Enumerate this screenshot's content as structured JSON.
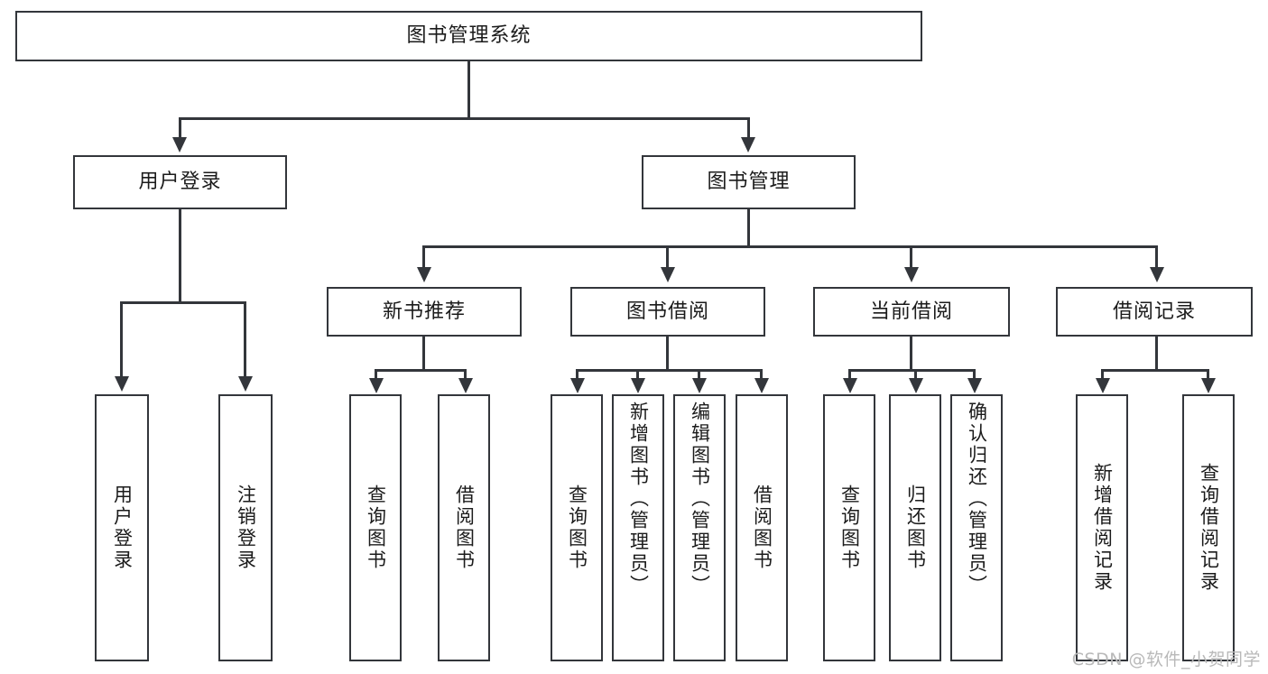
{
  "diagram": {
    "title": "图书管理系统",
    "type": "tree",
    "root": {
      "label": "图书管理系统"
    },
    "level2": [
      {
        "label": "用户登录"
      },
      {
        "label": "图书管理"
      }
    ],
    "level3": [
      {
        "label": "新书推荐"
      },
      {
        "label": "图书借阅"
      },
      {
        "label": "当前借阅"
      },
      {
        "label": "借阅记录"
      }
    ],
    "leaves": [
      {
        "label": "用户登录",
        "parent": "用户登录"
      },
      {
        "label": "注销登录",
        "parent": "用户登录"
      },
      {
        "label": "查询图书",
        "parent": "新书推荐"
      },
      {
        "label": "借阅图书",
        "parent": "新书推荐"
      },
      {
        "label": "查询图书",
        "parent": "图书借阅"
      },
      {
        "label": "新增图书（管理员）",
        "parent": "图书借阅"
      },
      {
        "label": "编辑图书（管理员）",
        "parent": "图书借阅"
      },
      {
        "label": "借阅图书",
        "parent": "图书借阅"
      },
      {
        "label": "查询图书",
        "parent": "当前借阅"
      },
      {
        "label": "归还图书",
        "parent": "当前借阅"
      },
      {
        "label": "确认归还（管理员）",
        "parent": "当前借阅"
      },
      {
        "label": "新增借阅记录",
        "parent": "借阅记录"
      },
      {
        "label": "查询借阅记录",
        "parent": "借阅记录"
      }
    ]
  },
  "watermark": {
    "text": "CSDN @软件_小贺同学"
  },
  "colors": {
    "stroke": "#33363b",
    "fill": "#ffffff",
    "text": "#1b1b1b",
    "watermark": "#b9b9b9"
  }
}
